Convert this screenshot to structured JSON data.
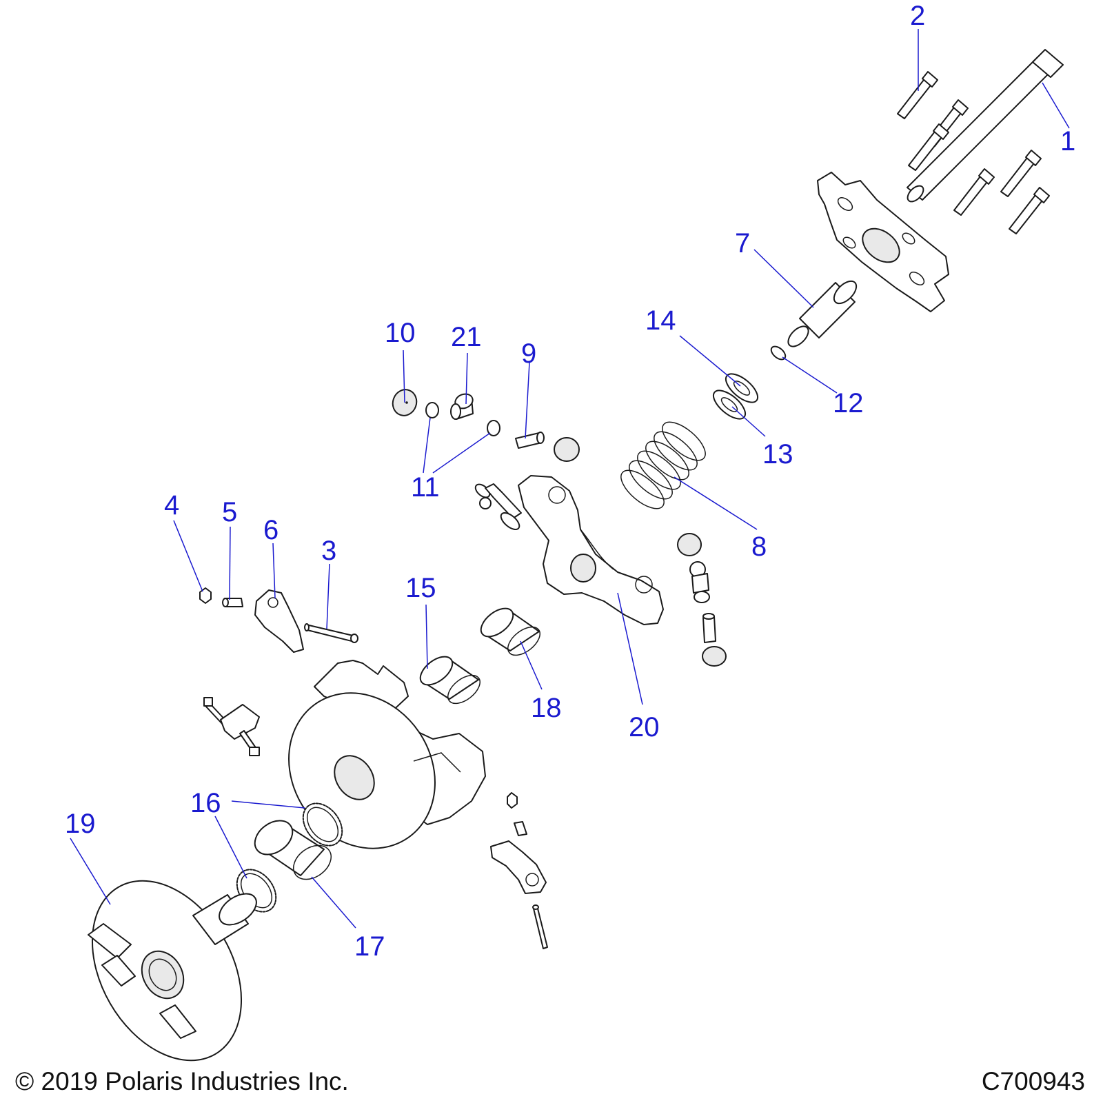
{
  "footer": {
    "copyright": "© 2019 Polaris Industries Inc.",
    "drawing_number": "C700943"
  },
  "callouts": [
    {
      "key": "c1",
      "number": "1"
    },
    {
      "key": "c2",
      "number": "2"
    },
    {
      "key": "c3",
      "number": "3"
    },
    {
      "key": "c4",
      "number": "4"
    },
    {
      "key": "c5",
      "number": "5"
    },
    {
      "key": "c6",
      "number": "6"
    },
    {
      "key": "c7",
      "number": "7"
    },
    {
      "key": "c8",
      "number": "8"
    },
    {
      "key": "c9",
      "number": "9"
    },
    {
      "key": "c10",
      "number": "10"
    },
    {
      "key": "c11",
      "number": "11"
    },
    {
      "key": "c12",
      "number": "12"
    },
    {
      "key": "c13",
      "number": "13"
    },
    {
      "key": "c14",
      "number": "14"
    },
    {
      "key": "c15",
      "number": "15"
    },
    {
      "key": "c16",
      "number": "16"
    },
    {
      "key": "c17",
      "number": "17"
    },
    {
      "key": "c18",
      "number": "18"
    },
    {
      "key": "c19",
      "number": "19"
    },
    {
      "key": "c20",
      "number": "20"
    },
    {
      "key": "c21",
      "number": "21"
    }
  ],
  "colors": {
    "callout": "#1a1acf",
    "linework": "#1a1a1a",
    "background": "#ffffff"
  }
}
